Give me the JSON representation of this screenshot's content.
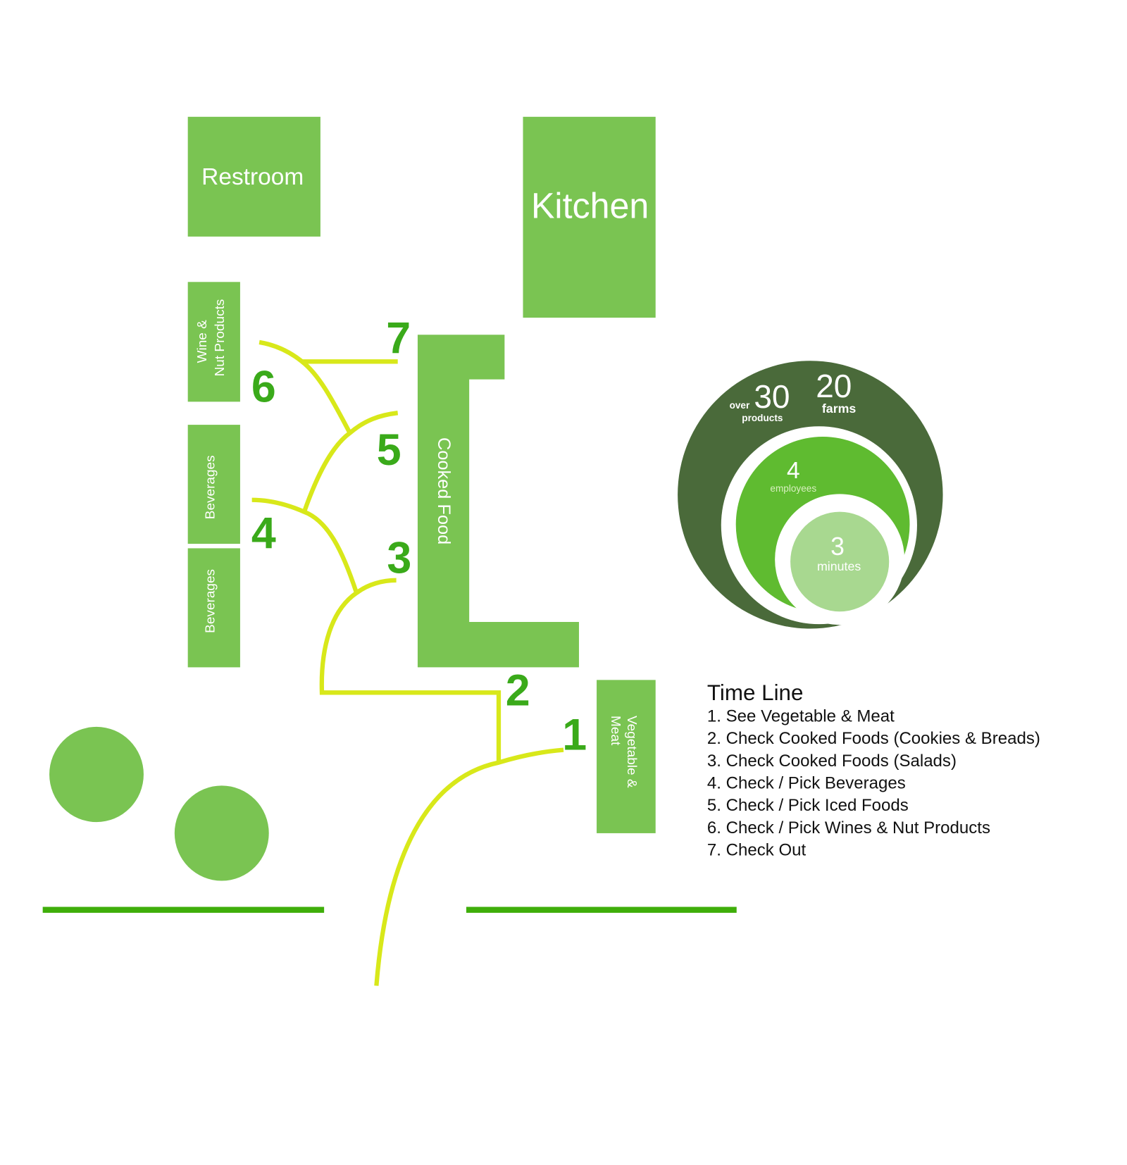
{
  "rooms": {
    "restroom": "Restroom",
    "kitchen": "Kitchen",
    "wine_line1": "Wine &",
    "wine_line2": "Nut Products",
    "beverages_1": "Beverages",
    "beverages_2": "Beverages",
    "cooked_food": "Cooked Food",
    "veg_line1": "Vegetable &",
    "veg_line2": "Meat"
  },
  "steps": [
    "1",
    "2",
    "3",
    "4",
    "5",
    "6",
    "7"
  ],
  "stats": {
    "products_prefix": "over",
    "products_value": "30",
    "products_label": "products",
    "farms_value": "20",
    "farms_label": "farms",
    "employees_value": "4",
    "employees_label": "employees",
    "minutes_value": "3",
    "minutes_label": "minutes"
  },
  "timeline": {
    "title": "Time Line",
    "items": [
      "1. See Vegetable & Meat",
      "2. Check Cooked Foods (Cookies & Breads)",
      "3. Check Cooked Foods (Salads)",
      "4. Check / Pick Beverages",
      "5. Check / Pick Iced Foods",
      "6. Check / Pick Wines & Nut Products",
      "7. Check Out"
    ]
  },
  "colors": {
    "room": "#7ac452",
    "path": "#d8e81a",
    "number": "#3aaa1a",
    "wall": "#3fae0a",
    "dark": "#4a6a3a",
    "mid": "#5fbb30",
    "light": "#a8d890"
  }
}
